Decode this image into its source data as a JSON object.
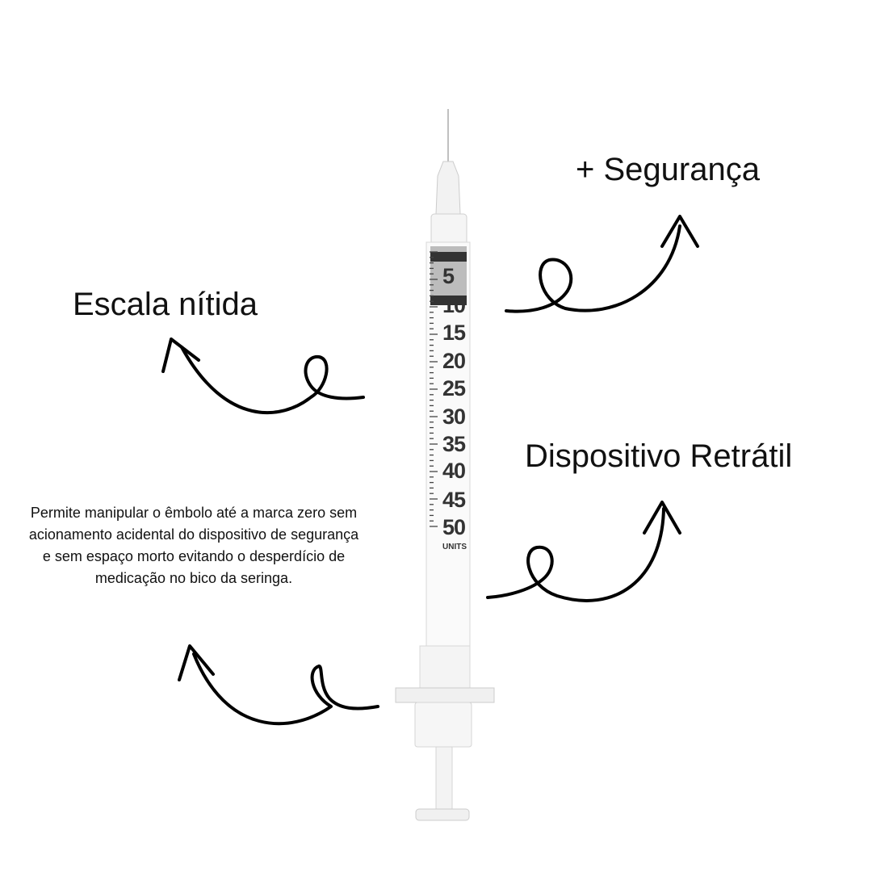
{
  "labels": {
    "security": "+ Segurança",
    "scale": "Escala nítida",
    "retractable": "Dispositivo Retrátil"
  },
  "description": "Permite manipular o êmbolo até a marca zero sem acionamento acidental do dispositivo de segurança e sem espaço morto evitando o desperdício de medicação no bico da seringa.",
  "syringe": {
    "scale_numbers": [
      "5",
      "10",
      "15",
      "20",
      "25",
      "30",
      "35",
      "40",
      "45",
      "50"
    ],
    "units_label": "UNITS"
  }
}
